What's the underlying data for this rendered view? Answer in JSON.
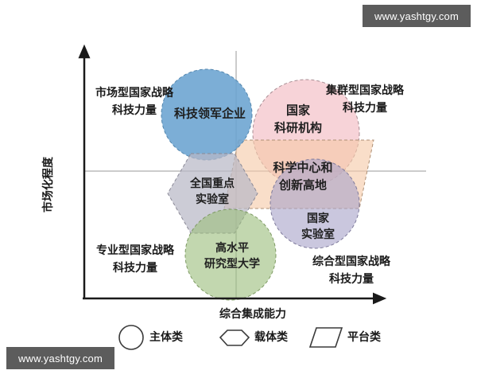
{
  "watermarks": {
    "top": "www.yashtgy.com",
    "bottom": "www.yashtgy.com"
  },
  "axes": {
    "y_label": "市场化程度",
    "x_label": "综合集成能力"
  },
  "quadrant_labels": [
    {
      "id": "top-left",
      "text_line1": "市场型国家战略",
      "text_line2": "科技力量"
    },
    {
      "id": "top-right",
      "text_line1": "集群型国家战略",
      "text_line2": "科技力量"
    },
    {
      "id": "bottom-left",
      "text_line1": "专业型国家战略",
      "text_line2": "科技力量"
    },
    {
      "id": "bottom-right",
      "text_line1": "综合型国家战略",
      "text_line2": "科技力量"
    }
  ],
  "shapes": [
    {
      "id": "tech-leading-enterprise",
      "kind": "circle",
      "category": "主体类",
      "label_line1": "科技领军企业",
      "label_line2": "",
      "color": "#6aa3d0"
    },
    {
      "id": "national-research-institution",
      "kind": "circle",
      "category": "主体类",
      "label_line1": "国家",
      "label_line2": "科研机构",
      "color": "#f2b8c0"
    },
    {
      "id": "science-center-innovation-highland",
      "kind": "parallelogram",
      "category": "平台类",
      "label_line1": "科学中心和",
      "label_line2": "创新高地",
      "color": "#f6c9a8"
    },
    {
      "id": "national-key-laboratory",
      "kind": "hexagon",
      "category": "载体类",
      "label_line1": "全国重点",
      "label_line2": "实验室",
      "color": "#b9b8c6"
    },
    {
      "id": "national-laboratory",
      "kind": "circle",
      "category": "主体类",
      "label_line1": "国家",
      "label_line2": "实验室",
      "color": "#a9a4ca"
    },
    {
      "id": "high-level-research-university",
      "kind": "circle",
      "category": "主体类",
      "label_line1": "高水平",
      "label_line2": "研究型大学",
      "color": "#9dbf7e"
    }
  ],
  "legend": [
    {
      "id": "subject",
      "glyph": "circle-outline-icon",
      "label": "主体类"
    },
    {
      "id": "carrier",
      "glyph": "hexagon-outline-icon",
      "label": "载体类"
    },
    {
      "id": "platform",
      "glyph": "parallelogram-outline-icon",
      "label": "平台类"
    }
  ],
  "colors": {
    "axis": "#1a1a1a",
    "gridline": "#9a9a9a",
    "watermark_bg": "#5c5c5c",
    "background": "#ffffff"
  }
}
